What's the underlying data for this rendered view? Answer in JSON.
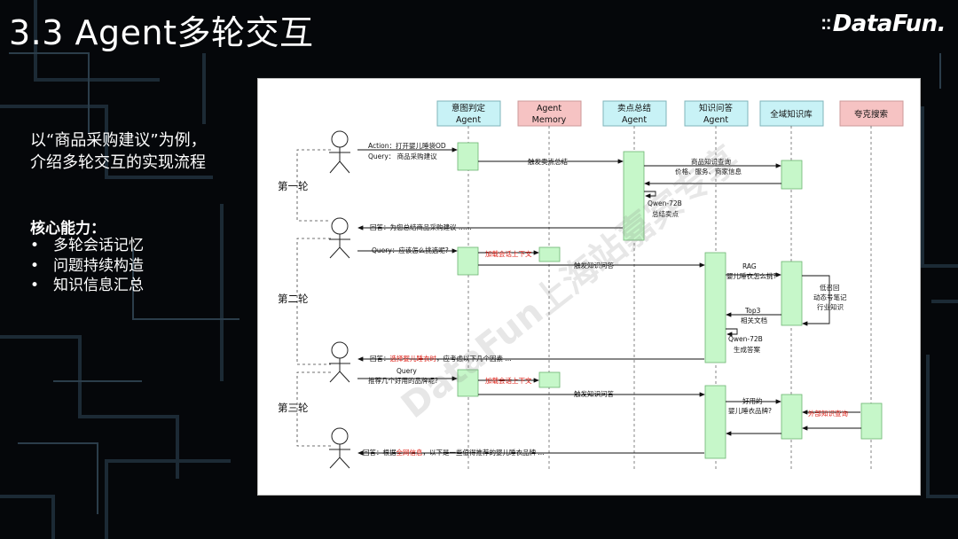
{
  "slide": {
    "title": "3.3 Agent多轮交互",
    "logo": "DataFun.",
    "intro": [
      "以“商品采购建议”为例，",
      "介绍多轮交互的实现流程"
    ],
    "core_title": "核心能力：",
    "core_items": [
      "多轮会话记忆",
      "问题持续构造",
      "知识信息汇总"
    ],
    "bullet": "•"
  },
  "diagram": {
    "participants": [
      {
        "lines": [
          "意图判定",
          "Agent"
        ],
        "color": "#c8f2f6"
      },
      {
        "lines": [
          "Agent",
          "Memory"
        ],
        "color": "#f6c3c3"
      },
      {
        "lines": [
          "卖点总结",
          "Agent"
        ],
        "color": "#c8f2f6"
      },
      {
        "lines": [
          "知识问答",
          "Agent"
        ],
        "color": "#c8f2f6"
      },
      {
        "lines": [
          "全域知识库"
        ],
        "color": "#c8f2f6"
      },
      {
        "lines": [
          "夸克搜索"
        ],
        "color": "#f6c3c3"
      }
    ],
    "rounds": [
      "第一轮",
      "第二轮",
      "第三轮"
    ],
    "labels": {
      "action": "Action：打开婴儿睡袋OD",
      "query1": "Query：  商品采购建议",
      "send_summary": "触发卖点总结",
      "kb_query_1": "商品知识查询",
      "kb_query_2": "价格、服务、商家信息",
      "qwen1_1": "Qwen-72B",
      "qwen1_2": "总结卖点",
      "reply1": "回答：为您总结商品采购建议 ……",
      "query2": "Query：应该怎么挑选呢?",
      "load_ctx": "加载会话上下文",
      "trigger_qa": "触发知识问答",
      "rag_1": "RAG",
      "rag_2": "婴儿睡衣怎么挑?",
      "recall_1": "低召回",
      "recall_2": "动态号笔记",
      "recall_3": "行业知识",
      "top3_1": "Top3",
      "top3_2": "相关文档",
      "qwen2_1": "Qwen-72B",
      "qwen2_2": "生成答案",
      "reply2_a": "回答：",
      "reply2_b": "选择婴儿睡衣时",
      "reply2_c": "，应考虑以下几个因素 ...",
      "query3_1": "Query",
      "query3_2": "推荐几个好用的品牌呢?",
      "good_1": "好用的",
      "good_2": "婴儿睡衣品牌?",
      "ext_search": "外部知识查询",
      "reply3_a": "回答：根据",
      "reply3_b": "全网信息",
      "reply3_c": "，以下是一些值得推荐的婴儿睡衣品牌 ..."
    },
    "watermark": "DataFun上海站嘉宾专享",
    "colors": {
      "activation": "#c6f7c9",
      "highlight": "#e0241b"
    }
  }
}
